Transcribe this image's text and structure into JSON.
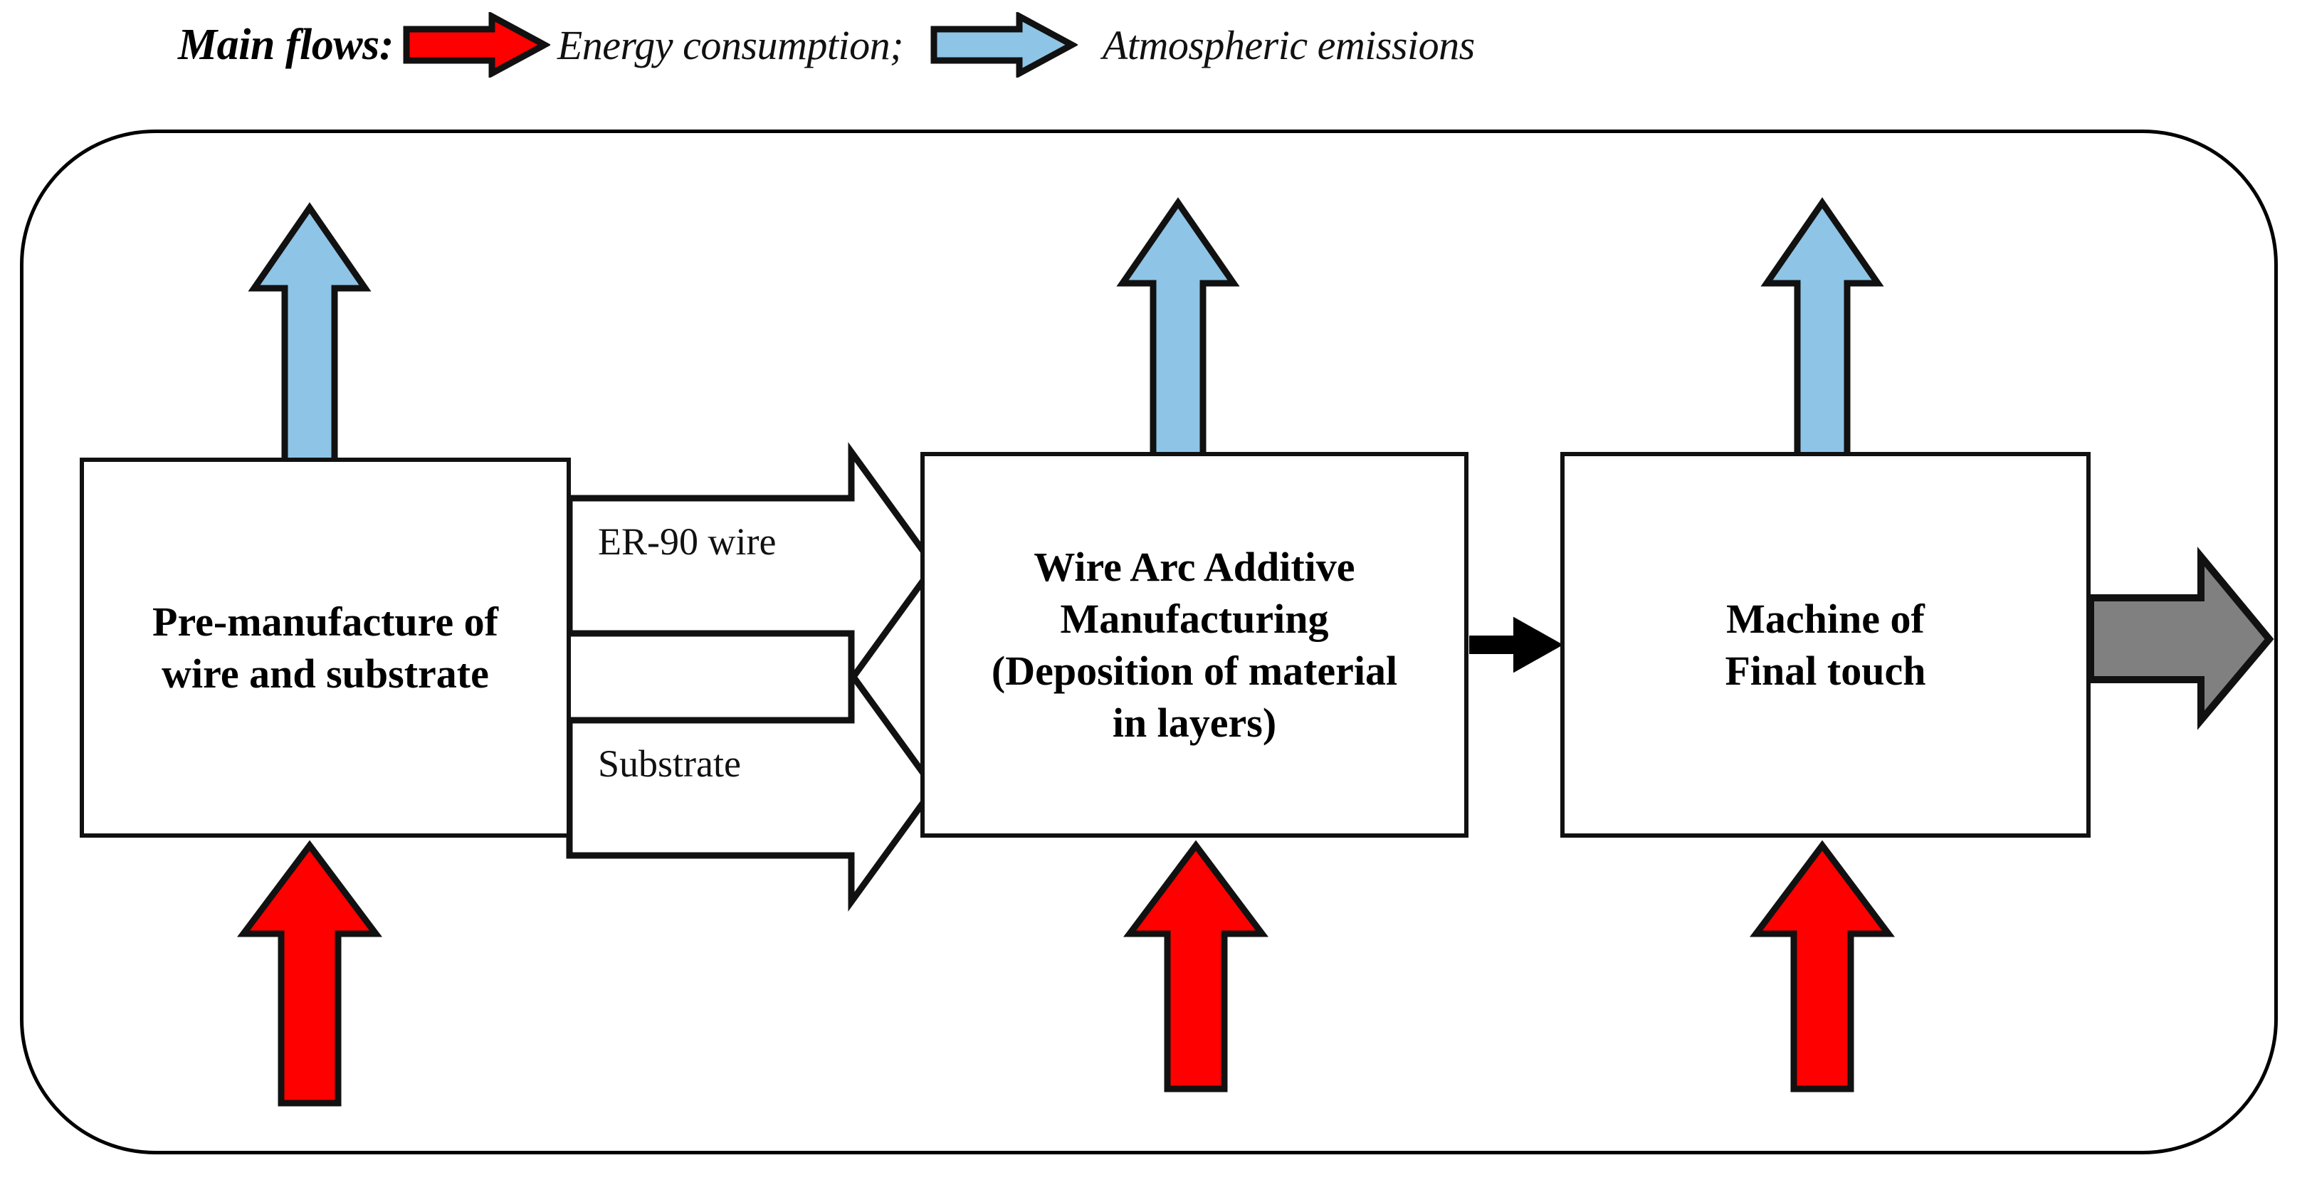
{
  "legend": {
    "title": "Main flows:",
    "items": [
      {
        "icon": "right-block-arrow-icon",
        "color": "#FF0000",
        "label": "Energy consumption;"
      },
      {
        "icon": "right-block-arrow-icon",
        "color": "#8EC4E6",
        "label": "Atmospheric emissions"
      }
    ]
  },
  "diagram": {
    "boxes": [
      {
        "id": "pre-manufacture",
        "text": "Pre-manufacture of\nwire and substrate"
      },
      {
        "id": "waam",
        "text": "Wire Arc Additive\nManufacturing\n(Deposition of material\nin layers)"
      },
      {
        "id": "machine-final-touch",
        "text": "Machine of\nFinal touch"
      }
    ],
    "material_flows": [
      {
        "id": "er-90-wire",
        "label": "ER-90 wire"
      },
      {
        "id": "substrate",
        "label": "Substrate"
      }
    ],
    "colors": {
      "energy_red": "#FF0000",
      "emissions_blue": "#8EC4E6",
      "output_gray": "#808080",
      "outline_black": "#111111",
      "box_fill": "#FFFFFF"
    },
    "emission_arrows": 3,
    "energy_arrows": 3,
    "output_arrow": "gray-right-block-arrow"
  }
}
